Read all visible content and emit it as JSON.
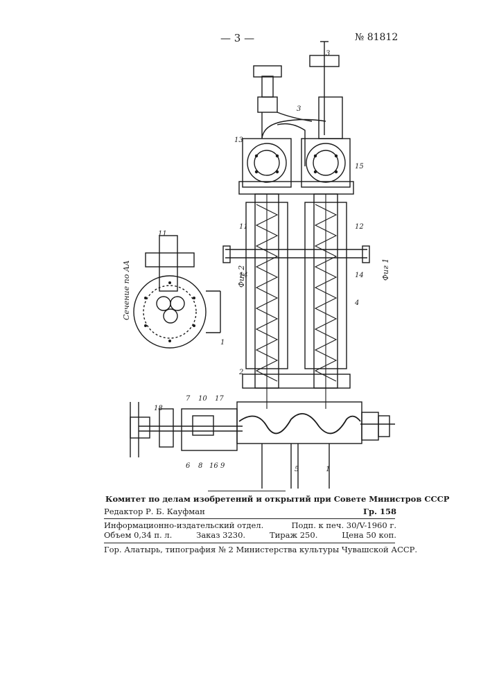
{
  "header": {
    "page_number": "— 3 —",
    "patent_number": "№ 81812"
  },
  "drawing": {
    "section_label": "Сечение по АА",
    "fig1_label": "Фиг 1",
    "fig2_label": "Фиг 2",
    "part_numbers": [
      "1",
      "2",
      "3",
      "4",
      "5",
      "6",
      "7",
      "8",
      "9",
      "10",
      "11",
      "12",
      "13",
      "14",
      "15",
      "16",
      "17",
      "18"
    ]
  },
  "imprint": {
    "committee": "Комитет по делам изобретений и открытий при Совете Министров СССР",
    "editor": "Редактор Р. Б. Кауфман",
    "group": "Гр. 158",
    "department": "Информационно-издательский отдел.",
    "signed": "Подп. к печ. 30/V-1960 г.",
    "volume": "Объем 0,34 п. л.",
    "order": "Заказ 3230.",
    "circulation": "Тираж 250.",
    "price": "Цена 50 коп.",
    "printer": "Гор. Алатырь, типография № 2 Министерства культуры Чувашской АССР."
  }
}
